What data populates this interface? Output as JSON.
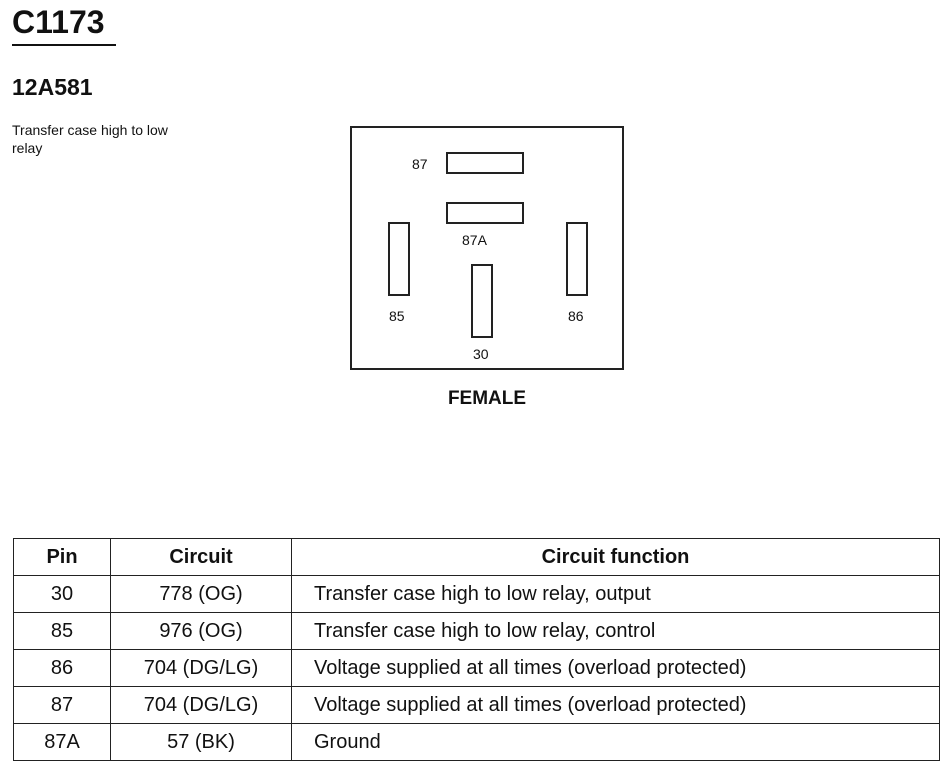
{
  "connector": {
    "id": "C1173",
    "part_number": "12A581",
    "description": "Transfer case high to low relay",
    "gender": "FEMALE"
  },
  "pins": {
    "p87": "87",
    "p87a": "87A",
    "p85": "85",
    "p86": "86",
    "p30": "30"
  },
  "table": {
    "headers": {
      "pin": "Pin",
      "circuit": "Circuit",
      "function": "Circuit function"
    },
    "rows": [
      {
        "pin": "30",
        "circuit": "778 (OG)",
        "function": "Transfer case high to low relay, output"
      },
      {
        "pin": "85",
        "circuit": "976 (OG)",
        "function": "Transfer case high to low relay, control"
      },
      {
        "pin": "86",
        "circuit": "704 (DG/LG)",
        "function": "Voltage supplied at all times (overload protected)"
      },
      {
        "pin": "87",
        "circuit": "704 (DG/LG)",
        "function": "Voltage supplied at all times (overload protected)"
      },
      {
        "pin": "87A",
        "circuit": "57 (BK)",
        "function": "Ground"
      }
    ]
  }
}
